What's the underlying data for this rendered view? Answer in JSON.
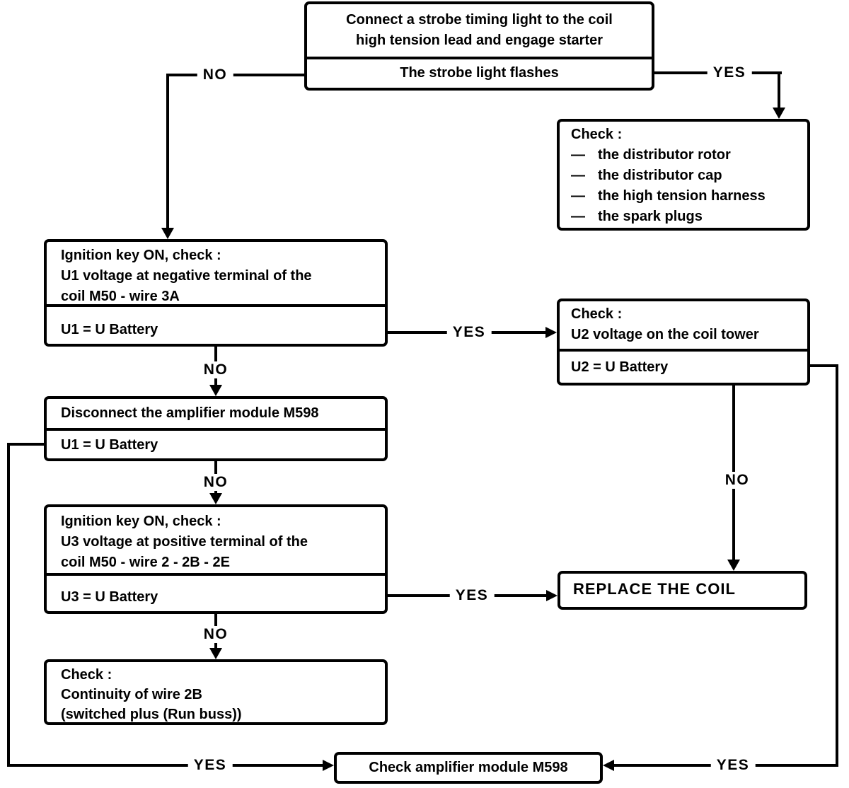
{
  "labels": {
    "yes": "YES",
    "no": "NO"
  },
  "boxes": {
    "strobe": {
      "line1": "Connect a strobe timing light to the coil",
      "line2": "high tension lead and engage starter",
      "result": "The strobe light flashes"
    },
    "distributor": {
      "title": "Check :",
      "bullet": "—",
      "items": [
        "the distributor rotor",
        "the distributor cap",
        "the high tension harness",
        "the spark plugs"
      ]
    },
    "u1": {
      "line1": "Ignition key ON, check :",
      "line2": "U1 voltage at negative terminal of the",
      "line3": "coil M50 - wire 3A",
      "condition": "U1 = U Battery"
    },
    "u2": {
      "line1": "Check :",
      "line2": "U2 voltage on the coil tower",
      "condition": "U2 = U Battery"
    },
    "disconnect": {
      "line1": "Disconnect the amplifier module M598",
      "condition": "U1 = U Battery"
    },
    "u3": {
      "line1": "Ignition key ON, check :",
      "line2": "U3 voltage at positive terminal of the",
      "line3": "coil M50 - wire 2 - 2B - 2E",
      "condition": "U3 = U Battery"
    },
    "replace": {
      "label": "REPLACE THE COIL"
    },
    "continuity": {
      "line1": "Check :",
      "line2": "Continuity of wire 2B",
      "line3": "(switched plus (Run buss))"
    },
    "amplifier": {
      "label": "Check amplifier module M598"
    }
  }
}
